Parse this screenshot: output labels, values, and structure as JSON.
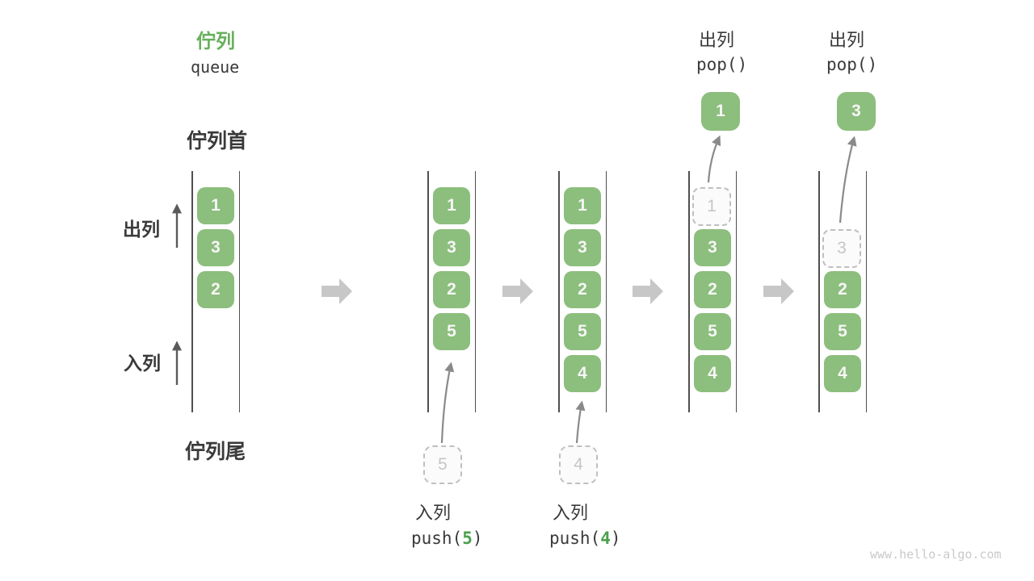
{
  "header": {
    "title": "佇列",
    "subtitle": "queue"
  },
  "side_labels": {
    "front": "佇列首",
    "rear": "佇列尾",
    "dequeue": "出列",
    "enqueue": "入列"
  },
  "pop_callouts": [
    {
      "label": "出列",
      "code": "pop()",
      "value": "1"
    },
    {
      "label": "出列",
      "code": "pop()",
      "value": "3"
    }
  ],
  "push_callouts": [
    {
      "label": "入列",
      "code": {
        "prefix": "push(",
        "arg": "5",
        "suffix": ")"
      },
      "value": "5"
    },
    {
      "label": "入列",
      "code": {
        "prefix": "push(",
        "arg": "4",
        "suffix": ")"
      },
      "value": "4"
    }
  ],
  "columns": [
    {
      "slots": [
        {
          "value": "1",
          "state": "filled"
        },
        {
          "value": "3",
          "state": "filled"
        },
        {
          "value": "2",
          "state": "filled"
        }
      ]
    },
    {
      "slots": [
        {
          "value": "1",
          "state": "filled"
        },
        {
          "value": "3",
          "state": "filled"
        },
        {
          "value": "2",
          "state": "filled"
        },
        {
          "value": "5",
          "state": "filled"
        }
      ]
    },
    {
      "slots": [
        {
          "value": "1",
          "state": "filled"
        },
        {
          "value": "3",
          "state": "filled"
        },
        {
          "value": "2",
          "state": "filled"
        },
        {
          "value": "5",
          "state": "filled"
        },
        {
          "value": "4",
          "state": "filled"
        }
      ]
    },
    {
      "slots": [
        {
          "value": "1",
          "state": "removed"
        },
        {
          "value": "3",
          "state": "filled"
        },
        {
          "value": "2",
          "state": "filled"
        },
        {
          "value": "5",
          "state": "filled"
        },
        {
          "value": "4",
          "state": "filled"
        }
      ]
    },
    {
      "slots": [
        {
          "state": "empty"
        },
        {
          "value": "3",
          "state": "removed"
        },
        {
          "value": "2",
          "state": "filled"
        },
        {
          "value": "5",
          "state": "filled"
        },
        {
          "value": "4",
          "state": "filled"
        }
      ]
    }
  ],
  "watermark": "www.hello-algo.com",
  "colors": {
    "title-green": "#67b05b",
    "box-green": "#8cbe7d",
    "box-text": "#f6f6f6",
    "code-arg-green": "#4aa14d",
    "text-dark": "#3a3a3a",
    "line-dark": "#4f4f4f",
    "arrow-gray": "#8a8a8a",
    "dark-arrow": "#5a5a5a",
    "block-arrow-gray": "#c7c7c7",
    "dashed-border": "#bfbfbf",
    "dashed-text": "#c6c6c6",
    "watermark-gray": "#cacaca"
  }
}
